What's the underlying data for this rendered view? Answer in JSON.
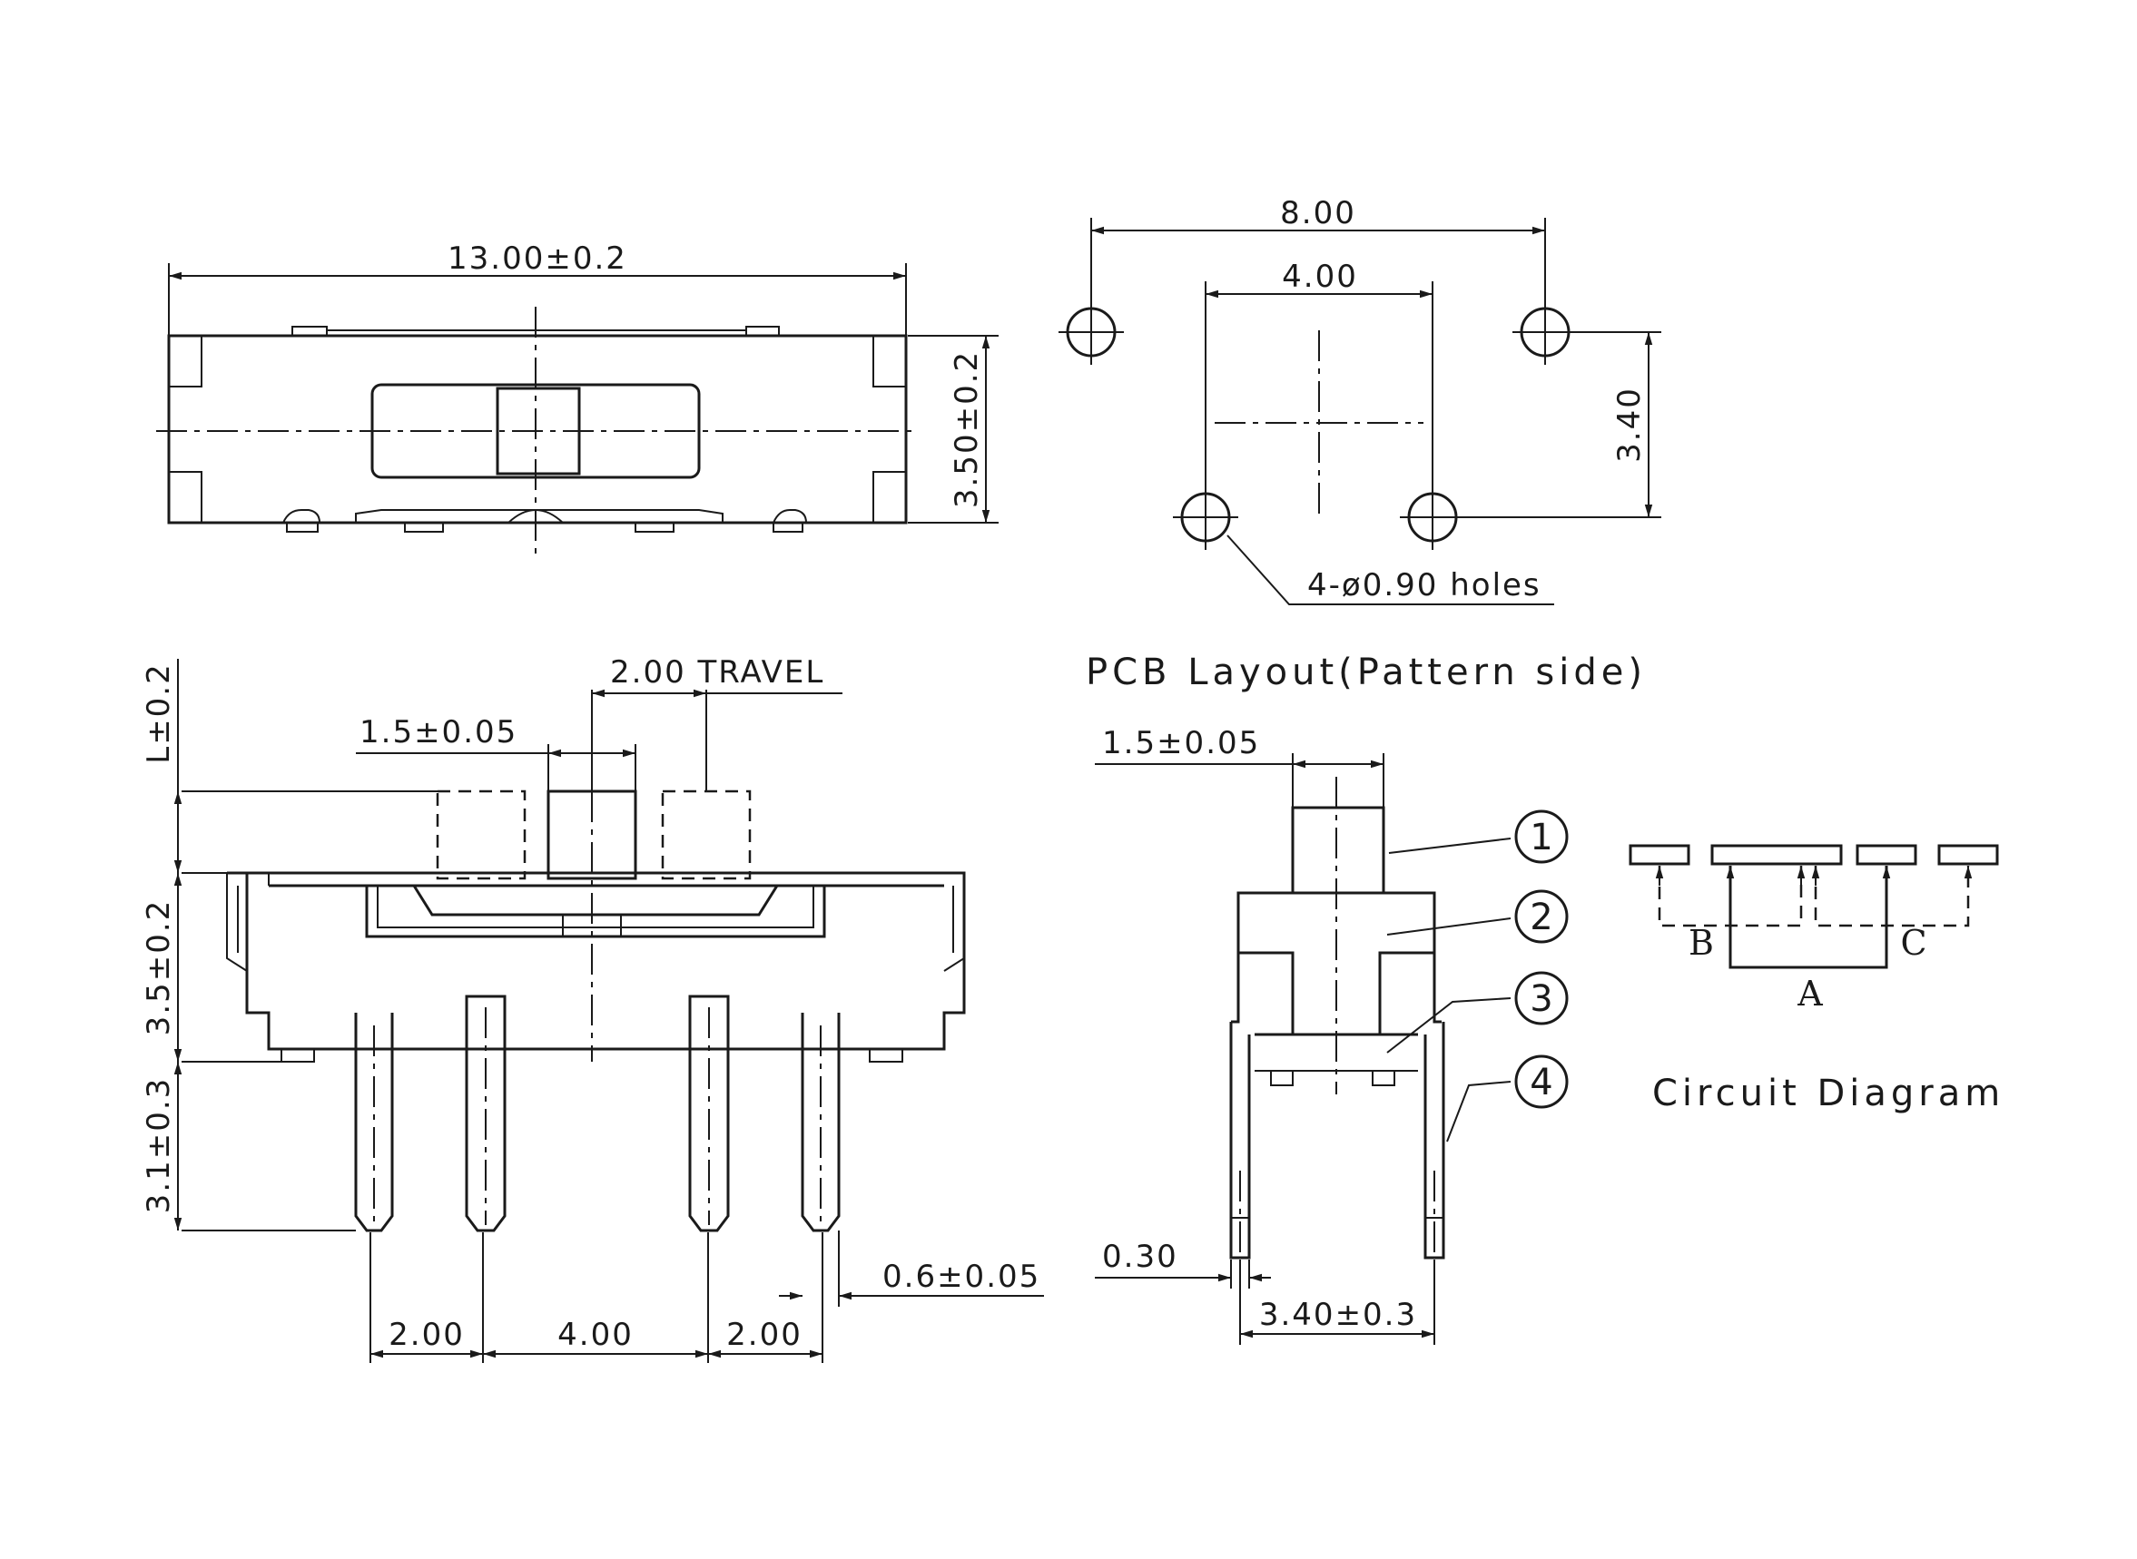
{
  "top_view": {
    "width_dim": "13.00±0.2",
    "height_dim": "3.50±0.2"
  },
  "pcb_layout": {
    "outer_spacing": "8.00",
    "inner_spacing": "4.00",
    "row_spacing": "3.40",
    "holes_note": "4-ø0.90 holes",
    "title": "PCB Layout(Pattern side)"
  },
  "front_view": {
    "travel": "2.00 TRAVEL",
    "actuator_width": "1.5±0.05",
    "actuator_height": "L±0.2",
    "body_height": "3.5±0.2",
    "pin_length": "3.1±0.3",
    "pin_width": "0.6±0.05",
    "pitch_left": "2.00",
    "pitch_middle": "4.00",
    "pitch_right": "2.00"
  },
  "side_view": {
    "actuator_width": "1.5±0.05",
    "pin_thickness": "0.30",
    "pin_spacing": "3.40±0.3",
    "callouts": [
      "1",
      "2",
      "3",
      "4"
    ]
  },
  "circuit": {
    "labels": [
      "B",
      "C",
      "A"
    ],
    "title": "Circuit Diagram"
  }
}
